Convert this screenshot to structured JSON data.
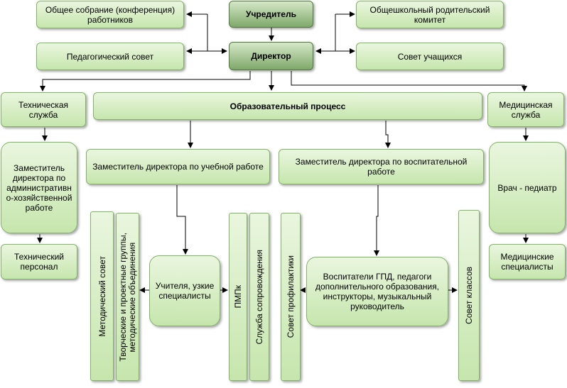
{
  "nodes": {
    "founder": "Учредитель",
    "director": "Директор",
    "general_meeting": "Общее собрание (конференция) работников",
    "pedagogical_council": "Педагогический совет",
    "parent_committee": "Общешкольный родительский комитет",
    "student_council": "Совет учащихся",
    "technical_service": "Техническая служба",
    "educational_process": "Образовательный процесс",
    "medical_service": "Медицинская служба",
    "deputy_admin": "Заместитель директора по административно-хозяйственной работе",
    "deputy_academic": "Заместитель директора по учебной работе",
    "deputy_upbringing": "Заместитель директора по воспитательной работе",
    "pediatrician": "Врач - педиатр",
    "technical_staff": "Технический персонал",
    "medical_specialists": "Медицинские специалисты",
    "methodical_council": "Методический совет",
    "creative_groups_line1": "Творческие и проектные группы,",
    "creative_groups_line2": "методические объединения",
    "teachers": "Учителя, узкие специалисты",
    "pmpk": "ПМПк",
    "support_service": "Служба сопровождения",
    "prevention_council": "Совет профилактики",
    "educators": "Воспитатели ГПД, педагоги дополнительного образования, инструкторы, музыкальный руководитель",
    "class_council": "Совет классов"
  },
  "colors": {
    "box_fill_top": "#eaf6df",
    "box_fill_bottom": "#c6e6ad",
    "box_border": "#82b366",
    "head_fill_bottom": "#7fa86a",
    "connector": "#000000"
  }
}
